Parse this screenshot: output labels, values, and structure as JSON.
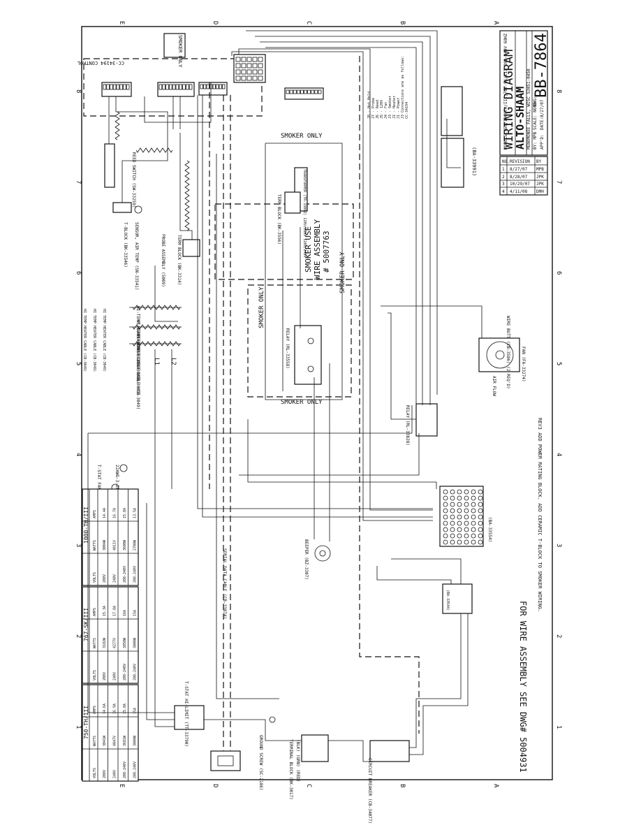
{
  "title_block": {
    "title": "WIRING DIAGRAM",
    "brand": "ALTO-SHAAM",
    "brand_sub": "MENOMONEE FALLS, WISC 53051-0450",
    "models": "MODELS:750/1000TH/III;767-SK/III 208-240V 60HZ",
    "by": "BY: MPB",
    "scale": "SCALE: NONE",
    "dwg_label": "DWG:",
    "apprv": "APP'D:",
    "date": "DATE:8/27/07",
    "drawing_number": "BB-7864"
  },
  "revisions": {
    "headers": [
      "NO.",
      "REVISION",
      "BY"
    ],
    "rows": [
      [
        "1",
        "8/27/07",
        "MPB"
      ],
      [
        "2",
        "8/28/07",
        "JPK"
      ],
      [
        "3",
        "10/29/07",
        "JPK"
      ],
      [
        "4",
        "4/11/08",
        "DMH"
      ]
    ]
  },
  "notes": {
    "rev3": "REV3 ADD POWER RATING BLOCK. ADD CERAMIC T-BLOCK TO SMOKER WIRING.",
    "wire_assembly": "FOR WIRE ASSEMBLY SEE DWG# 5004931"
  },
  "grid": {
    "numbers": [
      "8",
      "7",
      "6",
      "5",
      "4",
      "3",
      "2",
      "1"
    ],
    "letters": [
      "E",
      "D",
      "C",
      "B",
      "A"
    ]
  },
  "labels": {
    "control_board": "CC-34194 CONTROL",
    "smoker_only": "SMOKER ONLY",
    "smoker_use_l1": "SMOKER USE",
    "smoker_use_l2": "WIRE ASSEMBLY",
    "smoker_use_l3": "# 5007763",
    "relay_smoker": "RELAY (RL-33558)",
    "relay_main": "RELAY (RL-33828)",
    "term_block_smoker": "TERM BLOCK (BK-3556)",
    "transformer": "TRANSFORMER (TR-33802) 120V/208V 120V/240V",
    "reed_switch": "REED SWITCH (SW-33259)",
    "t_block": "T-BLOCK (BK-33546)",
    "sensor_air": "SENSOR, AIR TEMP (SN-33541)",
    "probe_assembly": "PROBE ASSEMBLY (5009)",
    "term_block_probe": "TERM BLOCK (BK-3314)",
    "heater_cable_1": "HI-TEMP HEATER CABLE (CB-3049)",
    "heater_cable_2": "HI-TEMP HEATER CABLE (CB-3049)",
    "heater_cable_3": "HI-TEMP HEATER CABLE (CB-3049)",
    "heater_footnote_1": "HI TEMP HEATER CABLE (CB-3049)",
    "heater_footnote_2": "HI TEMP HEATER CABLE (CB-3049)",
    "heater_footnote_3": "HI TEMP HEATER CABLE (CB-3049)",
    "l1": "L1",
    "l2": "L2",
    "tstat": "T-STAT FAN 130°F CLOSE (TT-33626)",
    "wire_spec": "22AWG-3-20MM (CR-3080) (2 REQ'D)",
    "serial_cable": "SERIAL DATA CABLE (CB-33874)",
    "fan": "FAN (FA-33274)",
    "wire_butt": "WIRE BUTT (CB-3586) (2 REQ'D)",
    "airflow": "AIR FLOW",
    "power_supply": "(BA-33554)",
    "hi_limit": "(BA-33991)",
    "conn_list_l1": "CC-34194",
    "conn_list_l2": "J3 Connections are as follows:",
    "conn_list_l3": "J1 - Power",
    "conn_list_l4": "J2 - Heater",
    "conn_list_l5": "J3 - Smoker",
    "conn_list_l6": "J4 - Fan",
    "conn_list_l7": "J5 - 120V",
    "conn_list_l8": "J6 - Reed",
    "conn_list_l9": "J7 - Probe",
    "conn_list_l10": "J8 - Hot Hold",
    "beeper": "BEEPER (BZ-3307)",
    "ground": "GROUND SCREW (SC-2186)",
    "terminal_block": "TERMINAL BLOCK (BK-3017)",
    "term_colors": "(BLK) (GRN) (RED)",
    "circuit_breaker": "CIRCUIT BREAKER (CB-34077)",
    "cb_label": "(BA-33544)",
    "tstat_hi_limit": "T-STAT HI-LIMIT (TT-33790)",
    "smoker_top": "SMOKER ONLY"
  },
  "power_tables": [
    {
      "model": "750-TH/III",
      "headers": [
        "VOLTS",
        "WATTS",
        "AMPS"
      ],
      "rows": [
        [
          "208V",
          "3041W",
          "14.6A"
        ],
        [
          "240V",
          "4047V",
          "16.9A"
        ],
        [
          "208-240V",
          "3681W",
          "15.8A"
        ],
        [
          "208-240V",
          "3000W",
          "15A"
        ]
      ]
    },
    {
      "model": "767-SK/III",
      "headers": [
        "VOLTS",
        "WATTS",
        "AMPS"
      ],
      "rows": [
        [
          "208V",
          "3182W",
          "15.3A"
        ],
        [
          "240V",
          "4277V",
          "17.8A"
        ],
        [
          "208-240V",
          "3850W",
          "16A"
        ],
        [
          "208-240V",
          "3000W",
          "15A"
        ]
      ]
    },
    {
      "model": "1000-TH/III",
      "headers": [
        "VOLTS",
        "WATTS",
        "AMPS"
      ],
      "rows": [
        [
          "208V",
          "3004W",
          "14.4A"
        ],
        [
          "240V",
          "4011V",
          "16.7A"
        ],
        [
          "208-240V",
          "3600W",
          "15.8A"
        ],
        [
          "208-240V",
          "2700W",
          "13.5A"
        ]
      ]
    }
  ]
}
